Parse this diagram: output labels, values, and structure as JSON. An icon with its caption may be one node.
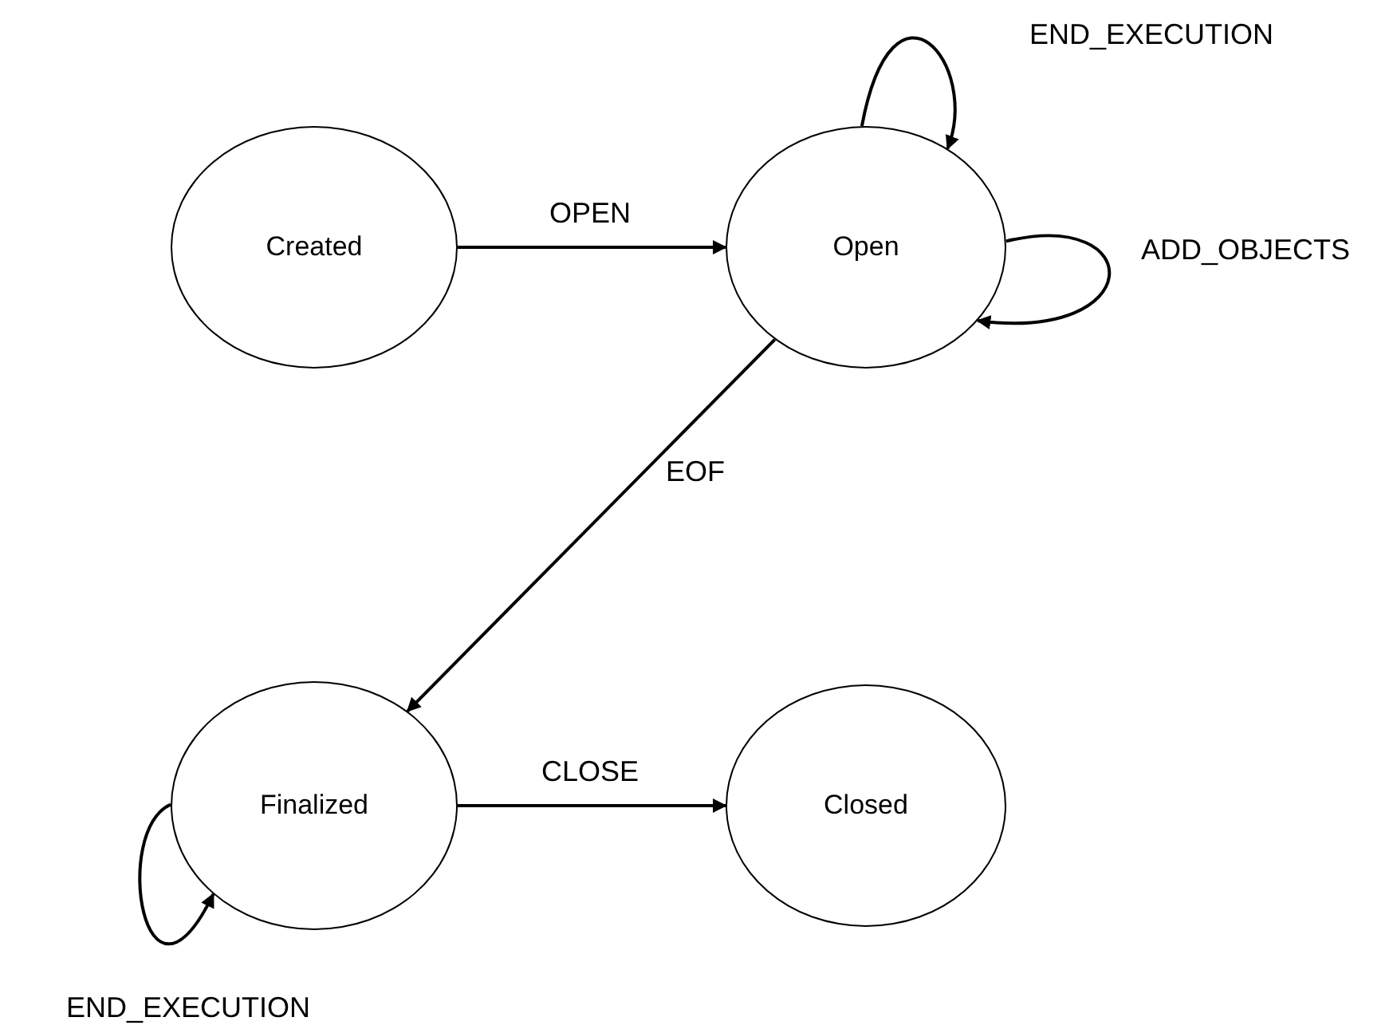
{
  "diagram": {
    "nodes": [
      {
        "text": [
          "Created"
        ]
      },
      {
        "text": [
          "Open"
        ]
      },
      {
        "text": [
          "Finalized"
        ]
      },
      {
        "text": [
          "Closed"
        ]
      }
    ],
    "edges": [
      {
        "from": 0,
        "to": 1,
        "arrow": "to",
        "label": "OPEN"
      },
      {
        "from": 1,
        "to": 1,
        "arrow": "to",
        "label": "END_EXECUTION"
      },
      {
        "from": 1,
        "to": 1,
        "arrow": "to",
        "label": "ADD_OBJECTS"
      },
      {
        "from": 1,
        "to": 2,
        "arrow": "to",
        "label": "EOF"
      },
      {
        "from": 2,
        "to": 3,
        "arrow": "to",
        "label": "CLOSE"
      },
      {
        "from": 2,
        "to": 2,
        "arrow": "to",
        "label": "END_EXECUTION"
      }
    ]
  }
}
